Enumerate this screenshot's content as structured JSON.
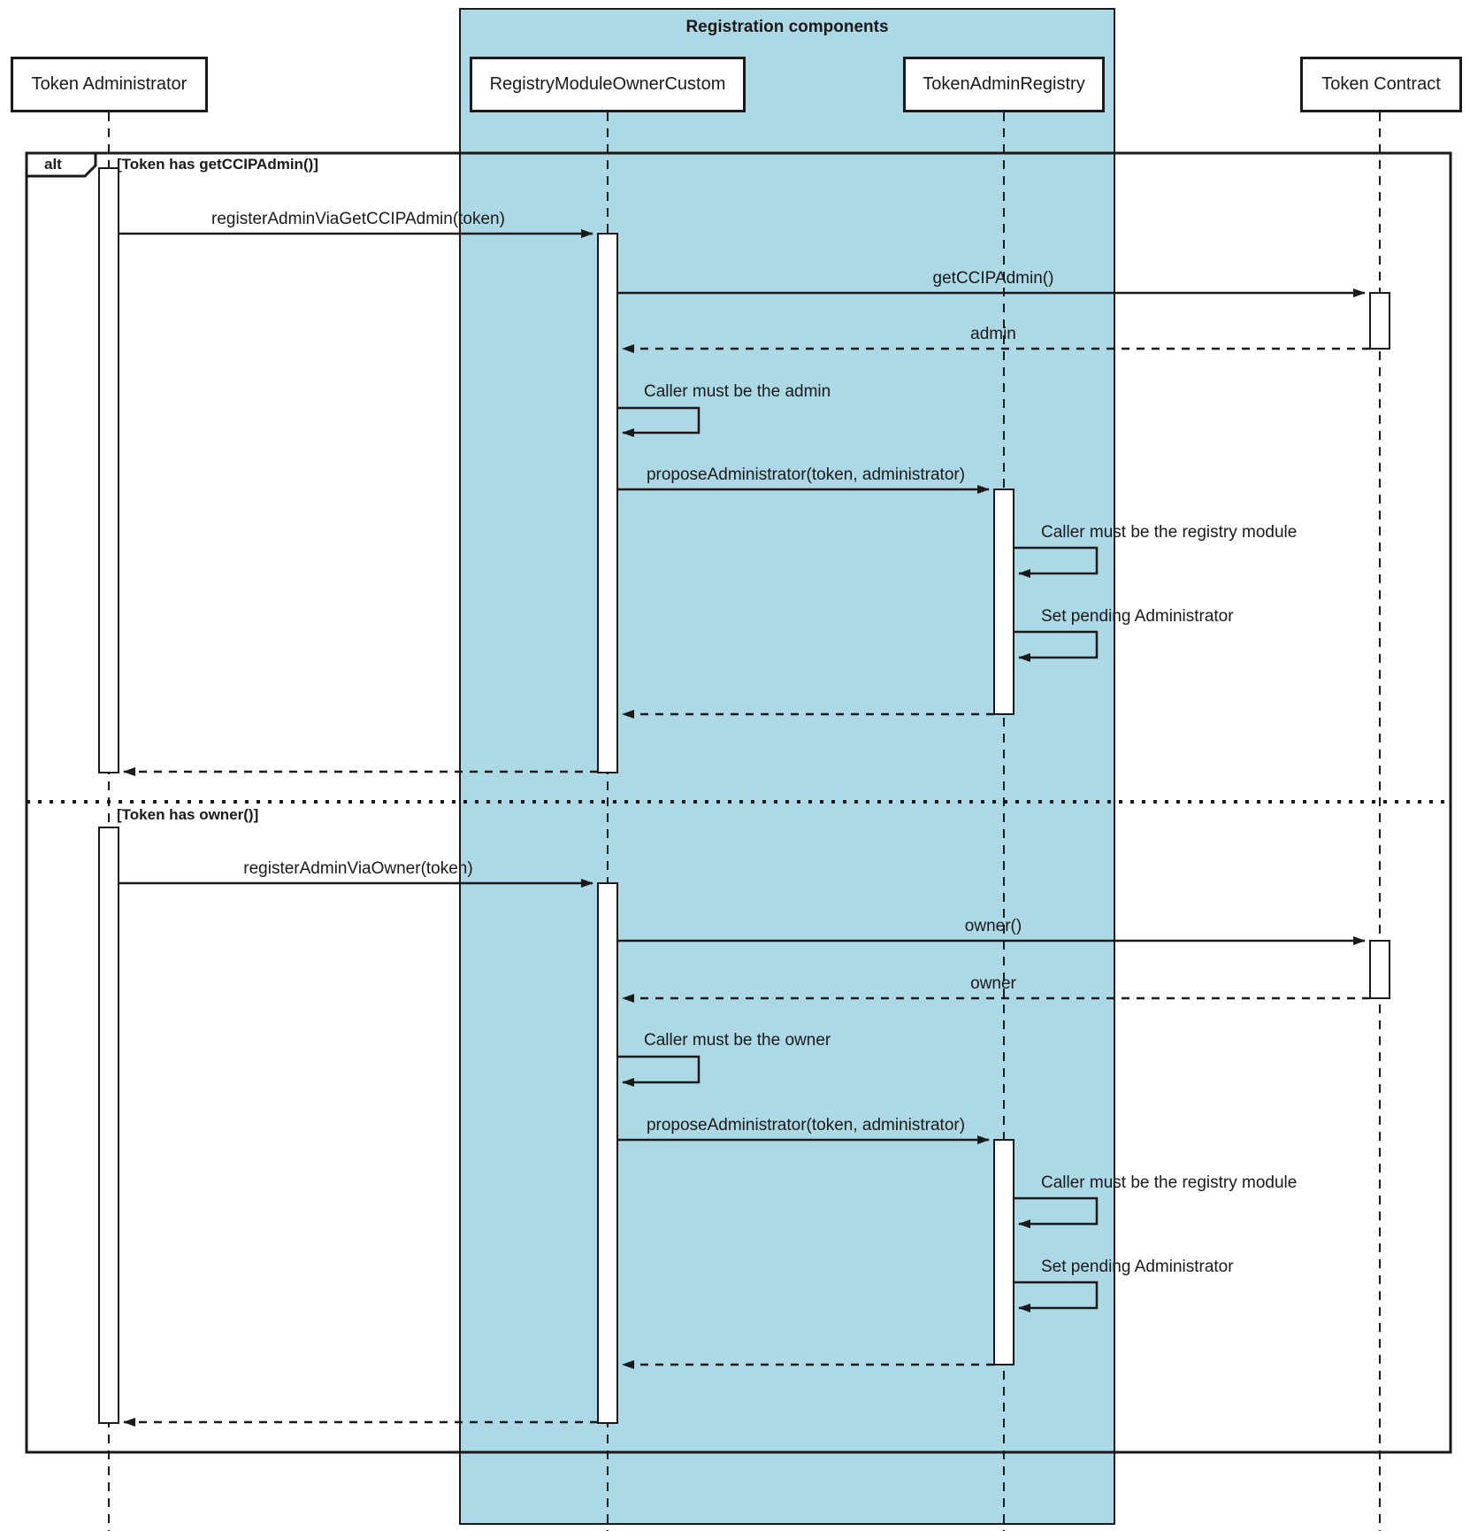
{
  "diagram": {
    "container": {
      "title": "Registration components"
    },
    "participants": [
      {
        "id": "token-administrator",
        "label": "Token Administrator"
      },
      {
        "id": "registry-module-owner-custom",
        "label": "RegistryModuleOwnerCustom"
      },
      {
        "id": "token-admin-registry",
        "label": "TokenAdminRegistry"
      },
      {
        "id": "token-contract",
        "label": "Token Contract"
      }
    ],
    "frame": {
      "operator": "alt",
      "guard_ccip_admin": "[Token has getCCIPAdmin()]",
      "guard_owner": "[Token has owner()]"
    },
    "messages": {
      "register_via_ccip_admin": "registerAdminViaGetCCIPAdmin(token)",
      "get_ccip_admin": "getCCIPAdmin()",
      "admin_return": "admin",
      "caller_must_be_admin": "Caller must be the admin",
      "propose_administrator_1": "proposeAdministrator(token, administrator)",
      "caller_must_be_registry_1": "Caller must be the registry module",
      "set_pending_administrator_1": "Set pending Administrator",
      "register_via_owner": "registerAdminViaOwner(token)",
      "owner_call": "owner()",
      "owner_return": "owner",
      "caller_must_be_owner": "Caller must be the owner",
      "propose_administrator_2": "proposeAdministrator(token, administrator)",
      "caller_must_be_registry_2": "Caller must be the registry module",
      "set_pending_administrator_2": "Set pending Administrator"
    },
    "colors": {
      "container_fill": "#ADD8E6",
      "line": "#1a1a1a",
      "background": "#ffffff"
    }
  }
}
